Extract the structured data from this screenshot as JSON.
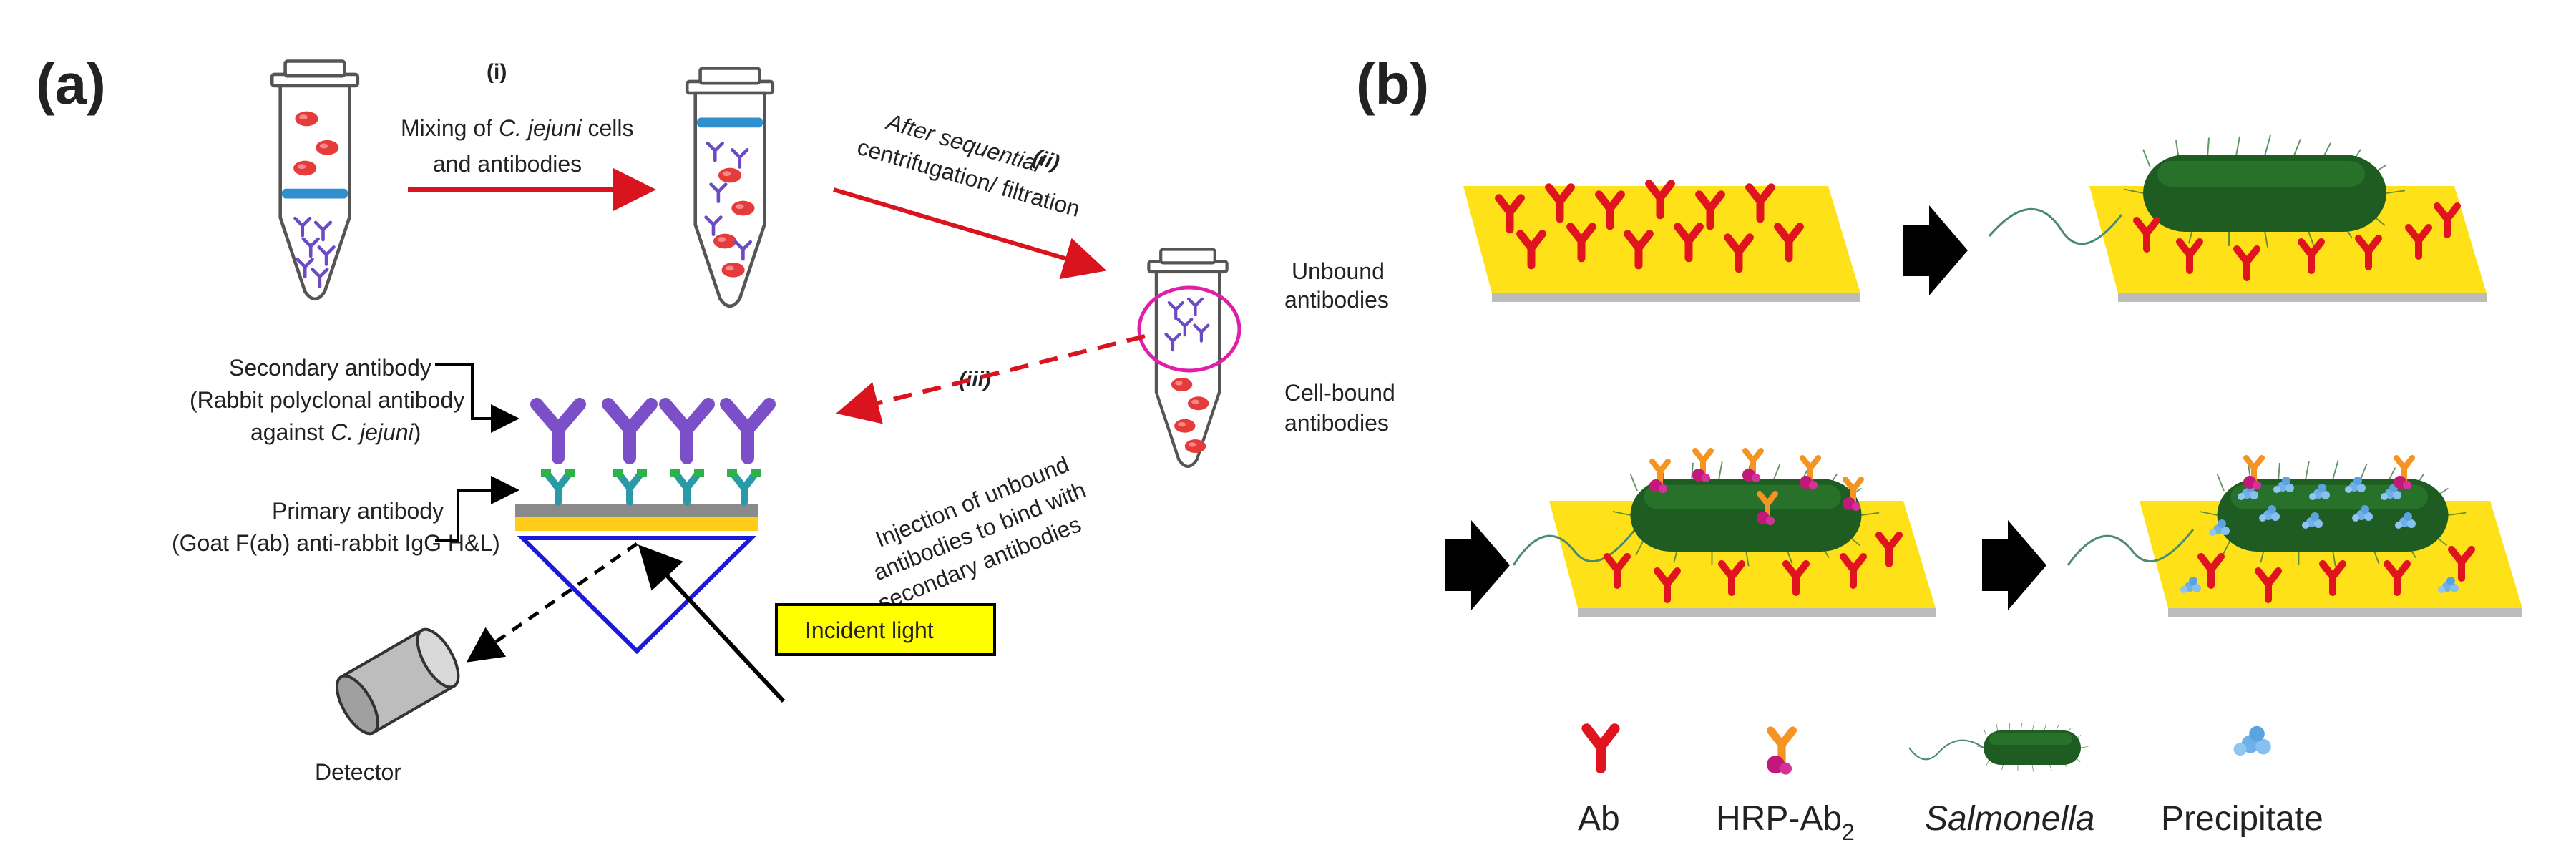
{
  "panel_a": {
    "label": "(a)",
    "steps": {
      "step1_num": "(i)",
      "step1_line1_pre": "Mixing of ",
      "step1_line1_em": "C. jejuni",
      "step1_line1_post": " cells",
      "step1_line2": "and antibodies",
      "step2_num": "(ii)",
      "step2_line1": "After sequential",
      "step2_line2": "centrifugation/ filtration",
      "step3_num": "(iii)",
      "step3_line1": "Injection of unbound",
      "step3_line2": "antibodies to bind with",
      "step3_line3": "secondary antibodies"
    },
    "tube_labels": {
      "unbound_line1": "Unbound",
      "unbound_line2": "antibodies",
      "bound_line1": "Cell-bound",
      "bound_line2": "antibodies"
    },
    "labels": {
      "secondary_line1": "Secondary antibody",
      "secondary_line2": "(Rabbit polyclonal antibody",
      "secondary_line3_pre": "against ",
      "secondary_line3_em": "C. jejuni",
      "secondary_line3_post": ")",
      "primary_line1": "Primary antibody",
      "primary_line2": "(Goat F(ab) anti-rabbit IgG H&L)",
      "incident_light": "Incident light",
      "detector": "Detector"
    }
  },
  "panel_b": {
    "label": "(b)",
    "legend": {
      "ab": "Ab",
      "hrp_main": "HRP-Ab",
      "hrp_sub": "2",
      "salmonella": "Salmonella",
      "precipitate": "Precipitate"
    }
  },
  "colors": {
    "antibody_red": "#e0141e",
    "secondary_purple": "#7b4fc8",
    "primary_teal": "#2a9aa8",
    "primary_green": "#2db24a",
    "cell_red": "#e63b3b",
    "gold_surface": "#ffe11a",
    "arrow_red": "#d9141e",
    "prism_blue": "#1a1ad8",
    "incident_box": "#ffff00",
    "hrp_orange": "#f59422",
    "hrp_magenta": "#c2187a",
    "bacteria_green": "#1f5c22",
    "precipitate_blue": "#6fb0e8",
    "black_arrow": "#000000"
  },
  "icons": [
    "tube-icon",
    "detector-icon",
    "prism-icon",
    "antibody-icon",
    "hrp-antibody-icon",
    "bacterium-icon",
    "precipitate-icon",
    "process-arrow-icon"
  ]
}
